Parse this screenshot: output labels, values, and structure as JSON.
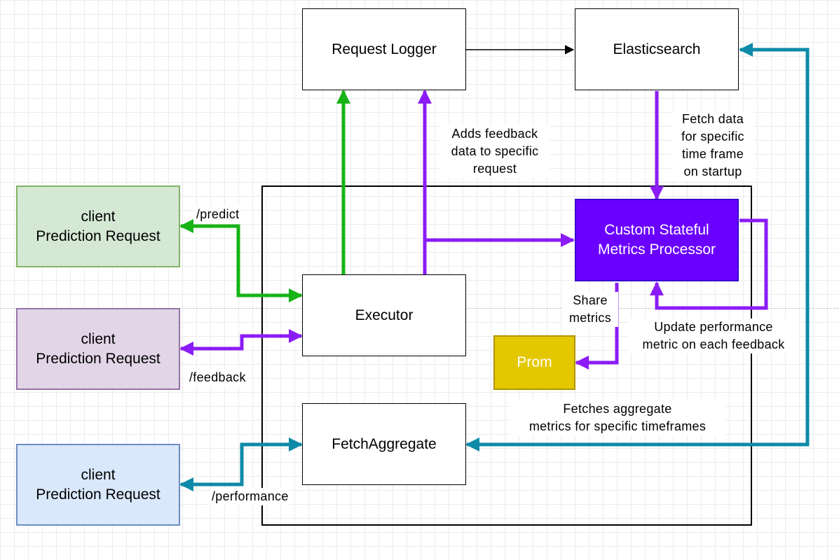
{
  "nodes": {
    "request_logger": "Request Logger",
    "elasticsearch": "Elasticsearch",
    "client_predict": {
      "line1": "client",
      "line2": "Prediction Request"
    },
    "client_feedback": {
      "line1": "client",
      "line2": "Prediction Request"
    },
    "client_performance": {
      "line1": "client",
      "line2": "Prediction Request"
    },
    "executor": "Executor",
    "fetch_aggregate": "FetchAggregate",
    "processor": {
      "line1": "Custom Stateful",
      "line2": "Metrics Processor"
    },
    "prom": "Prom"
  },
  "edge_labels": {
    "predict": "/predict",
    "feedback": "/feedback",
    "performance": "/performance",
    "adds_feedback": [
      "Adds feedback",
      "data to specific",
      "request"
    ],
    "fetch_data": [
      "Fetch data",
      "for specific",
      "time frame",
      "on startup"
    ],
    "share_metrics": [
      "Share",
      "metrics"
    ],
    "update_performance": [
      "Update performance",
      "metric on each feedback"
    ],
    "fetches_aggregate": [
      "Fetches aggregate",
      "metrics for specific timeframes"
    ]
  },
  "colors": {
    "green_edge": "#17b317",
    "purple_edge": "#8b1cf7",
    "teal_edge": "#0e8aa8",
    "black_edge": "#000000"
  }
}
